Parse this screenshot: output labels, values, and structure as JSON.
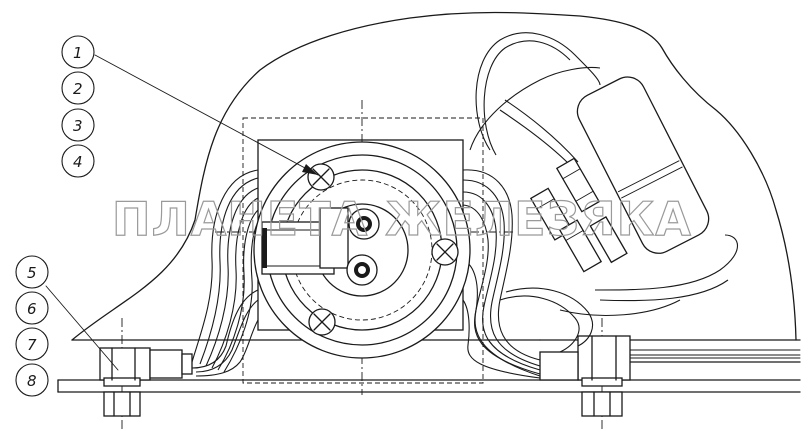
{
  "watermark": "ПЛАНЕТА ЖЕЛЕЗЯКА",
  "callouts": [
    {
      "label": "1"
    },
    {
      "label": "2"
    },
    {
      "label": "3"
    },
    {
      "label": "4"
    },
    {
      "label": "5"
    },
    {
      "label": "6"
    },
    {
      "label": "7"
    },
    {
      "label": "8"
    }
  ]
}
